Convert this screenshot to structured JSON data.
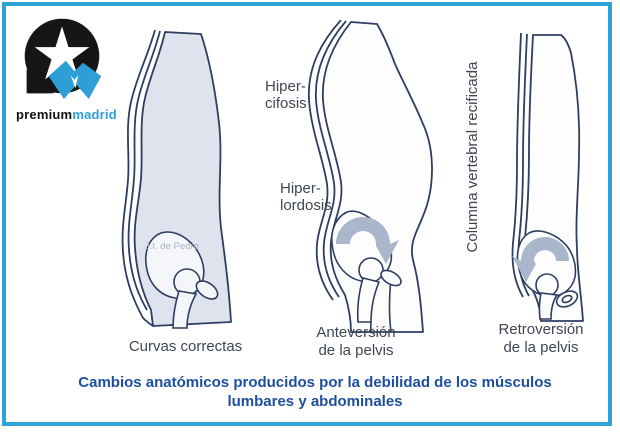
{
  "logo": {
    "text_premium": "premium",
    "text_madrid": "madrid",
    "brand_blue": "#2d9fd6"
  },
  "labels": {
    "hipercifosis": "Hiper-\ncifosis",
    "hiperlordosis": "Hiper-\nlordosis",
    "columna_vertical": "Columna vertebral recificada"
  },
  "figures": [
    {
      "id": "curvas-correctas",
      "caption": "Curvas correctas",
      "watermark": "J.I. de Pedro"
    },
    {
      "id": "anteversion",
      "caption": "Anteversión\nde la pelvis"
    },
    {
      "id": "retroversion",
      "caption": "Retroversión\nde la pelvis"
    }
  ],
  "caption": "Cambios anatómicos producidos por la debilidad de los músculos\nlumbares y abdominales",
  "colors": {
    "frame_border": "#2ea3d6",
    "figure_outline": "#2e3e62",
    "figure_fill": "#dfe3ed",
    "arrow_fill": "#a9b6cc",
    "caption_text": "#1d4f9e",
    "label_text": "#3f4654"
  }
}
